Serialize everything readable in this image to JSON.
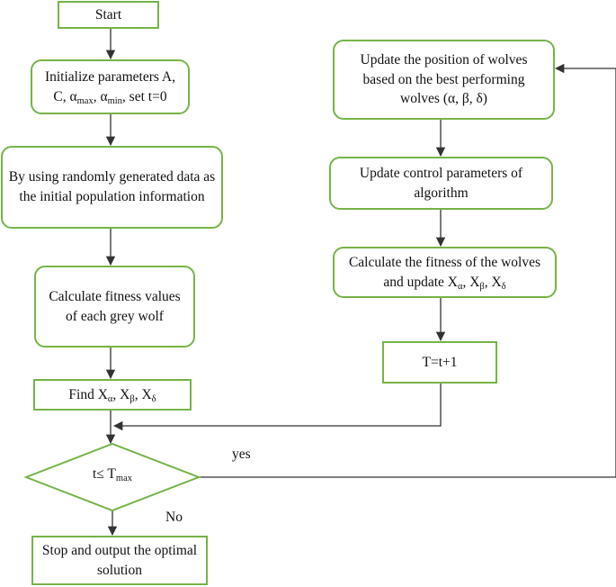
{
  "nodes": {
    "start": "Start",
    "init": {
      "line1": "Initialize parameters A,",
      "l2_c": "C, α",
      "s_max": "max",
      "l2_comma": ", α",
      "s_min": "min",
      "l2_end": ", set t=0"
    },
    "random": "By using randomly generated data as the initial population information",
    "fitness": "Calculate fitness values of each grey wolf",
    "find": {
      "pre": "Find X",
      "s_a": "α",
      "c1": ", X",
      "s_b": "β",
      "c2": ", X",
      "s_d": "δ"
    },
    "decision": {
      "pre": "t≤ T",
      "sub": "max"
    },
    "stop": "Stop and output the optimal solution",
    "update_pos": "Update the position of wolves based on the best performing wolves (α, β, δ)",
    "update_ctrl": "Update control parameters of algorithm",
    "calc_wolves": {
      "line1": "Calculate the fitness of the wolves",
      "pre": "and update X",
      "s_a": "α",
      "c1": ", X",
      "s_b": "β",
      "c2": ", X",
      "s_d": "δ"
    },
    "increment": "T=t+1"
  },
  "edge_labels": {
    "yes": "yes",
    "no": "No"
  },
  "colors": {
    "border": "#77b347",
    "line": "#333333",
    "text": "#111111"
  }
}
